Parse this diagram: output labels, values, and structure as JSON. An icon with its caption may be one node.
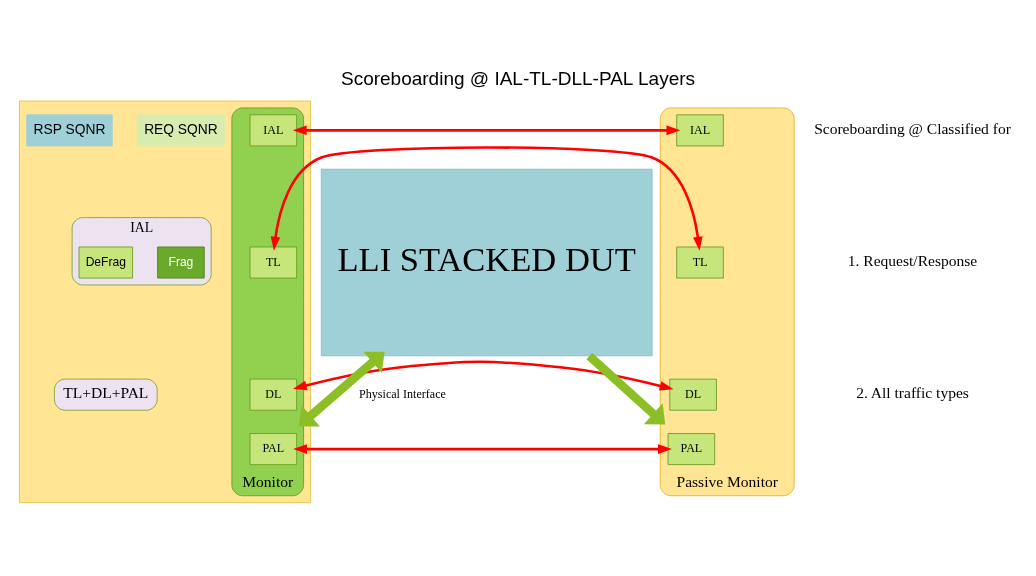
{
  "diagram": {
    "title": "Scoreboarding @ IAL-TL-DLL-PAL Layers",
    "nodes": [
      {
        "text": [],
        "shape": "box"
      },
      {
        "text": [
          "REQ SQNR"
        ],
        "in": 0
      },
      {
        "text": [
          "RSP SQNR"
        ],
        "in": 0
      },
      {
        "text": [
          "IAL"
        ],
        "in": 0
      },
      {
        "text": [
          "Frag"
        ],
        "in": 3
      },
      {
        "text": [
          "DeFrag"
        ],
        "in": 3
      },
      {
        "text": [
          "TL+DL+PAL"
        ],
        "in": 0
      },
      {
        "text": [
          "Monitor"
        ],
        "in": 0
      },
      {
        "text": [
          "IAL"
        ],
        "in": 7
      },
      {
        "text": [
          "TL"
        ],
        "in": 7
      },
      {
        "text": [
          "DL"
        ],
        "in": 7
      },
      {
        "text": [
          "PAL"
        ],
        "in": 7
      },
      {
        "text": [
          "Passive Monitor"
        ]
      },
      {
        "text": [
          "IAL"
        ],
        "in": 12
      },
      {
        "text": [
          "TL"
        ],
        "in": 12
      },
      {
        "text": [
          "DL"
        ],
        "in": 12
      },
      {
        "text": [
          "PAL"
        ],
        "in": 12
      },
      {
        "text": [
          "LLI STACKED DUT"
        ]
      }
    ],
    "edges": [
      {
        "from": 8,
        "to": 13,
        "arrow": "both"
      },
      {
        "from": 9,
        "to": 14,
        "arrow": "both"
      },
      {
        "from": 10,
        "to": 15,
        "arrow": "both"
      },
      {
        "from": 11,
        "to": 16,
        "arrow": "both"
      },
      {
        "from": 7,
        "to": 17,
        "arrow": "both",
        "label": "Physical Interface",
        "style": "thick",
        "color": "#8cbf26"
      },
      {
        "from": 17,
        "to": 12,
        "arrow": "to",
        "style": "thick",
        "color": "#8cbf26"
      }
    ],
    "labels": [
      "Scoreboarding @ Classified for",
      "1. Request/Response",
      "2. All traffic types"
    ]
  }
}
